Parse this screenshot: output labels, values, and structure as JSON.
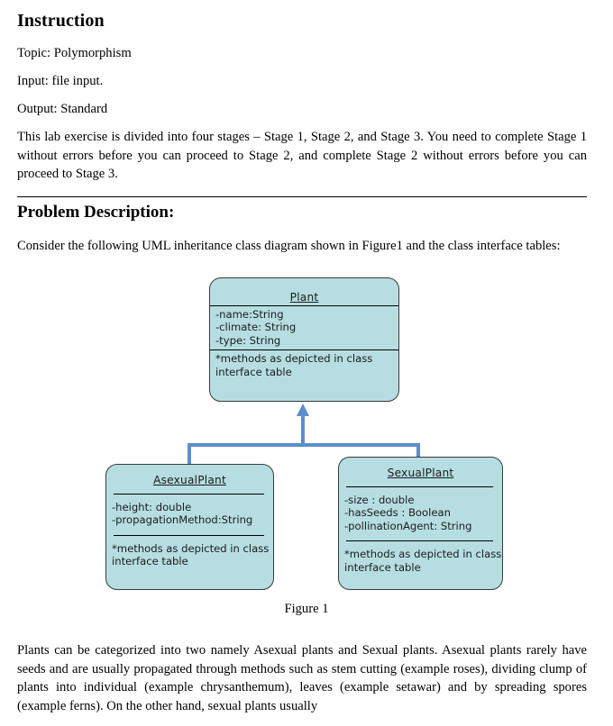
{
  "document": {
    "instruction": {
      "heading": "Instruction",
      "topic_line": "Topic: Polymorphism",
      "input_line": "Input: file input.",
      "output_line": "Output: Standard",
      "paragraph": "This lab exercise is divided into four stages – Stage 1, Stage 2, and Stage 3. You need to complete Stage 1 without errors before you can proceed to Stage 2, and complete Stage 2 without errors before you can proceed to Stage 3."
    },
    "problem_description": {
      "heading": "Problem Description:",
      "intro_paragraph": "Consider the following UML inheritance class diagram shown in Figure1 and the class interface tables:"
    },
    "figure": {
      "caption": "Figure 1"
    },
    "closing_paragraph": "Plants can be categorized into two namely Asexual plants and Sexual plants. Asexual plants rarely have seeds and are usually propagated through methods such as stem cutting (example roses), dividing clump of plants into individual (example chrysanthemum), leaves (example setawar) and by spreading spores (example ferns). On the other hand, sexual plants usually"
  },
  "uml": {
    "colors": {
      "box_fill": "#b6dee2",
      "box_border": "#3a3a3a",
      "connector": "#5b8fc9"
    },
    "classes": [
      {
        "name": "Plant",
        "attributes": [
          "-name:String",
          "-climate: String",
          "-type: String"
        ],
        "methods": [
          "*methods as depicted in class interface table"
        ]
      },
      {
        "name": "AsexualPlant",
        "attributes": [
          "-height: double",
          "-propagationMethod:String"
        ],
        "methods": [
          "*methods as depicted in class interface table"
        ]
      },
      {
        "name": "SexualPlant",
        "attributes": [
          "-size : double",
          "-hasSeeds : Boolean",
          "-pollinationAgent: String"
        ],
        "methods": [
          "*methods as depicted in class interface table"
        ]
      }
    ]
  }
}
